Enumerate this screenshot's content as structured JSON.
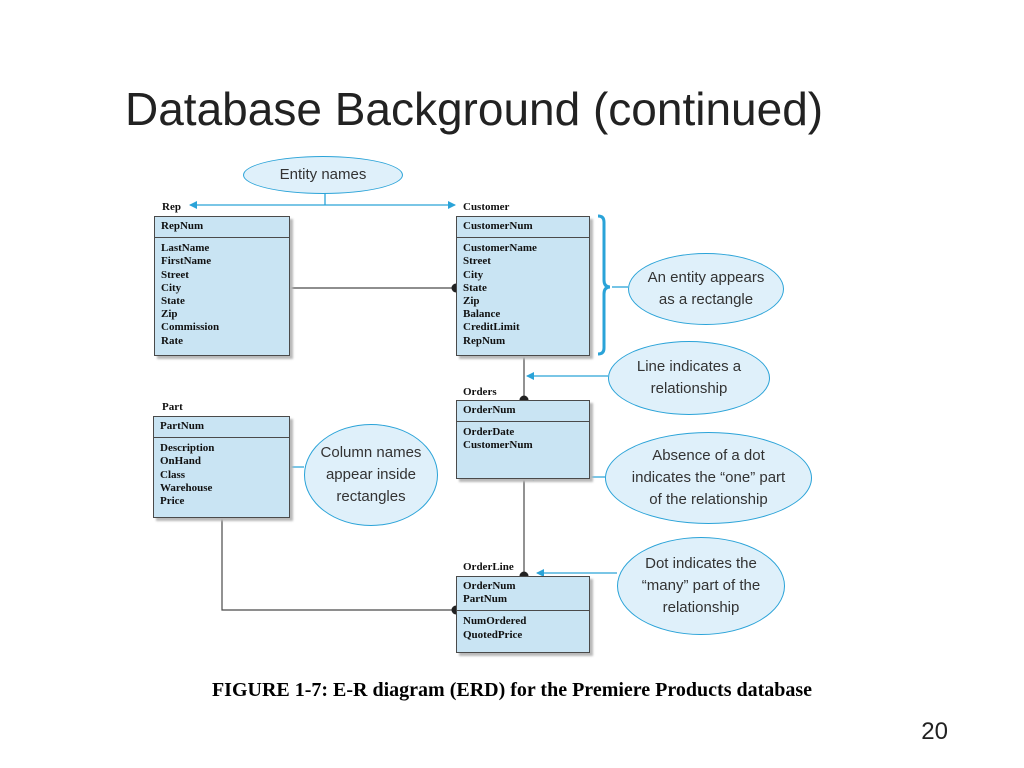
{
  "slide": {
    "title": "Database Background (continued)",
    "caption": "FIGURE 1-7: E-R diagram  (ERD) for the Premiere Products database",
    "page_number": "20"
  },
  "entities": {
    "rep": {
      "name": "Rep",
      "key": [
        "RepNum"
      ],
      "attributes": [
        "LastName",
        "FirstName",
        "Street",
        "City",
        "State",
        "Zip",
        "Commission",
        "Rate"
      ]
    },
    "customer": {
      "name": "Customer",
      "key": [
        "CustomerNum"
      ],
      "attributes": [
        "CustomerName",
        "Street",
        "City",
        "State",
        "Zip",
        "Balance",
        "CreditLimit",
        "RepNum"
      ]
    },
    "orders": {
      "name": "Orders",
      "key": [
        "OrderNum"
      ],
      "attributes": [
        "OrderDate",
        "CustomerNum"
      ]
    },
    "part": {
      "name": "Part",
      "key": [
        "PartNum"
      ],
      "attributes": [
        "Description",
        "OnHand",
        "Class",
        "Warehouse",
        "Price"
      ]
    },
    "orderline": {
      "name": "OrderLine",
      "key": [
        "OrderNum",
        "PartNum"
      ],
      "attributes": [
        "NumOrdered",
        "QuotedPrice"
      ]
    }
  },
  "callouts": {
    "entity_names": "Entity names",
    "entity_rectangle": "An entity appears\nas a rectangle",
    "line_relationship": "Line indicates a\nrelationship",
    "column_names": "Column names\nappear inside\nrectangles",
    "absence_dot": "Absence of a dot\nindicates the “one” part\nof the relationship",
    "dot_many": "Dot indicates the\n“many” part of the\nrelationship"
  },
  "colors": {
    "entity_fill": "#c9e4f3",
    "callout_fill": "#dff0fa",
    "accent": "#2aa3d8",
    "line": "#4a4a4a"
  }
}
